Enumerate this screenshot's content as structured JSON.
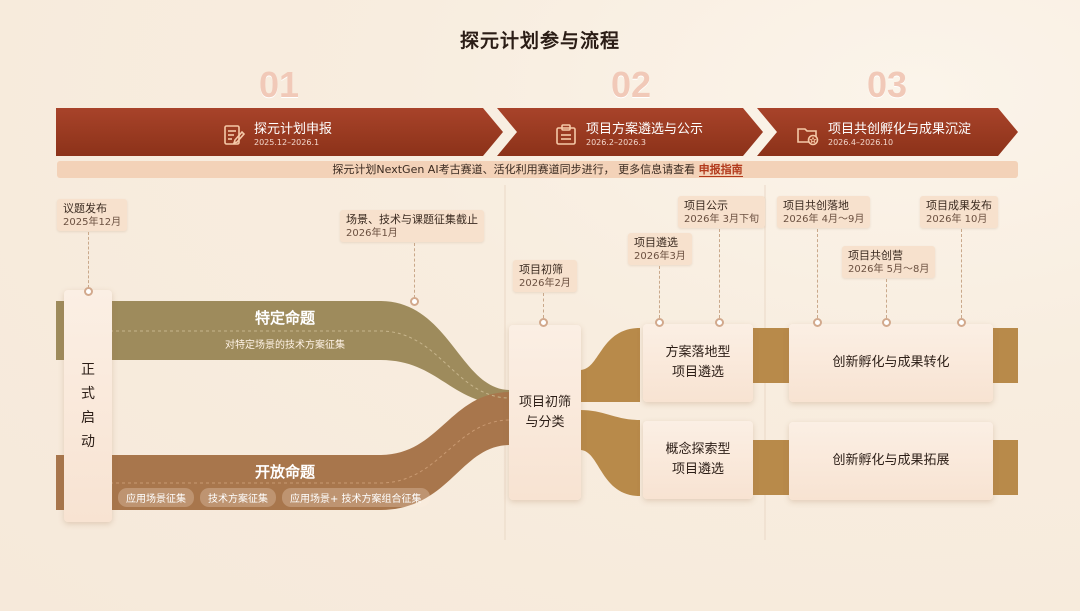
{
  "title": "探元计划参与流程",
  "phases": [
    {
      "num": "01",
      "title": "探元计划申报",
      "date": "2025.12–2026.1",
      "icon": "edit-document-icon"
    },
    {
      "num": "02",
      "title": "项目方案遴选与公示",
      "date": "2026.2–2026.3",
      "icon": "clipboard-icon"
    },
    {
      "num": "03",
      "title": "项目共创孵化与成果沉淀",
      "date": "2026.4–2026.10",
      "icon": "folder-star-icon"
    }
  ],
  "notice": {
    "text": "探元计划NextGen AI考古赛道、活化利用赛道同步进行， 更多信息请查看",
    "link": "申报指南"
  },
  "milestones": {
    "topic_release": {
      "name": "议题发布",
      "date": "2025年12月"
    },
    "collection_deadline": {
      "name": "场景、技术与课题征集截止",
      "date": "2026年1月"
    },
    "initial_screening": {
      "name": "项目初筛",
      "date": "2026年2月"
    },
    "selection": {
      "name": "项目遴选",
      "date": "2026年3月"
    },
    "announcement": {
      "name": "项目公示",
      "date": "2026年 3月下旬"
    },
    "co_landing": {
      "name": "项目共创落地",
      "date": "2026年 4月～9月"
    },
    "co_operation": {
      "name": "项目共创营",
      "date": "2026年 5月～8月"
    },
    "results_release": {
      "name": "项目成果发布",
      "date": "2026年 10月"
    }
  },
  "start_box": {
    "chars": [
      "正",
      "式",
      "启",
      "动"
    ]
  },
  "streams": {
    "specific": {
      "title": "特定命题",
      "subtitle": "对特定场景的技术方案征集"
    },
    "open": {
      "title": "开放命题",
      "chips": [
        "应用场景征集",
        "技术方案征集",
        "应用场景+ 技术方案组合征集"
      ]
    }
  },
  "screen_box": {
    "line1": "项目初筛",
    "line2": "与分类"
  },
  "tracks": {
    "landing": {
      "line1": "方案落地型",
      "line2": "项目遴选",
      "result": "创新孵化与成果转化"
    },
    "exploration": {
      "line1": "概念探索型",
      "line2": "项目遴选",
      "result": "创新孵化与成果拓展"
    }
  },
  "colors": {
    "banner": "#9b3a1e",
    "olive_stream": "#9e8b5c",
    "brown_stream": "#a8764c",
    "track": "#b88a4a",
    "link": "#b23a1c"
  }
}
